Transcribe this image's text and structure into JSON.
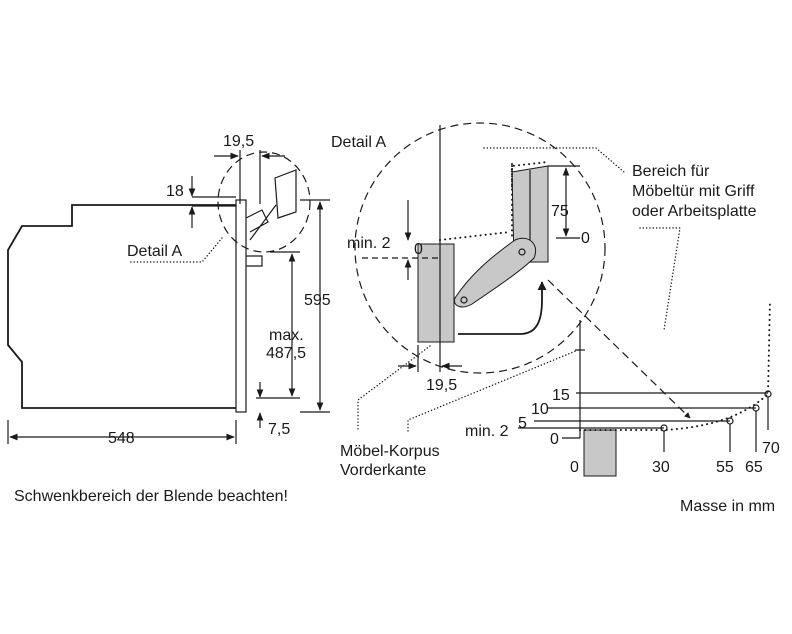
{
  "labels": {
    "detail_a_left": "Detail A",
    "detail_a_top": "Detail A",
    "bereich_1": "Bereich für",
    "bereich_2": "Möbeltür mit Griff",
    "bereich_3": "oder Arbeitsplatte",
    "korpus_1": "Möbel-Korpus",
    "korpus_2": "Vorderkante",
    "note": "Schwenkbereich der Blende beachten!",
    "units": "Masse in mm"
  },
  "dimensions": {
    "d19_5_top": "19,5",
    "d18": "18",
    "d595": "595",
    "dmax": "max.",
    "d487_5": "487,5",
    "d548": "548",
    "d7_5": "7,5",
    "d_min2": "min. 2",
    "d0_a": "0",
    "d75": "75",
    "d0_b": "0",
    "d19_5_detail": "19,5"
  },
  "swing_scale": {
    "y_labels": [
      "15",
      "10",
      "5",
      "min. 2",
      "0"
    ],
    "x_labels": [
      "0",
      "30",
      "55",
      "65",
      "70"
    ]
  }
}
